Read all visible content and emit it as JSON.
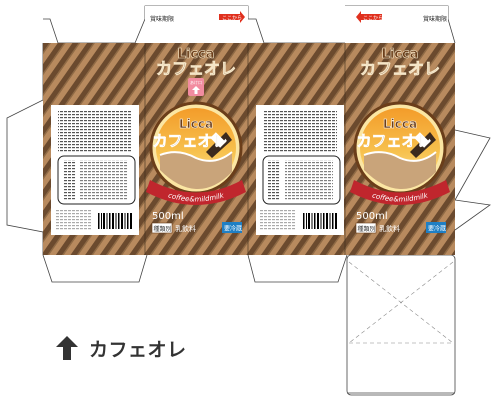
{
  "tabs": {
    "left_flap_label": "賞味期限",
    "left_flap_stamp": "ここから",
    "right_flap_stamp": "ここから",
    "right_flap_label": "賞味期限"
  },
  "front_panel": {
    "brand": "Licca",
    "product": "カフェオレ",
    "open_here": "あけ口",
    "ribbon": "coffee&mildmilk",
    "volume": "500ml",
    "type_box": "種類別",
    "type_value": "乳飲料",
    "storage": "要冷蔵"
  },
  "back_panel": {
    "brand": "Licca",
    "product": "カフェオレ",
    "ribbon": "coffee&mildmilk",
    "volume": "500ml",
    "type_box": "種類別",
    "type_value": "乳飲料",
    "storage": "要冷蔵"
  },
  "caption": {
    "icon": "up-arrow-icon",
    "label": "カフェオレ"
  },
  "colors": {
    "stripe_dark": "#6b4a2e",
    "stripe_light": "#b88a5e",
    "title_brown": "#6b3e1a",
    "ribbon_red": "#c0262d",
    "storage_blue": "#1f7fc4",
    "badge_pink": "#f28ca0",
    "stamp_red": "#e0301e"
  }
}
